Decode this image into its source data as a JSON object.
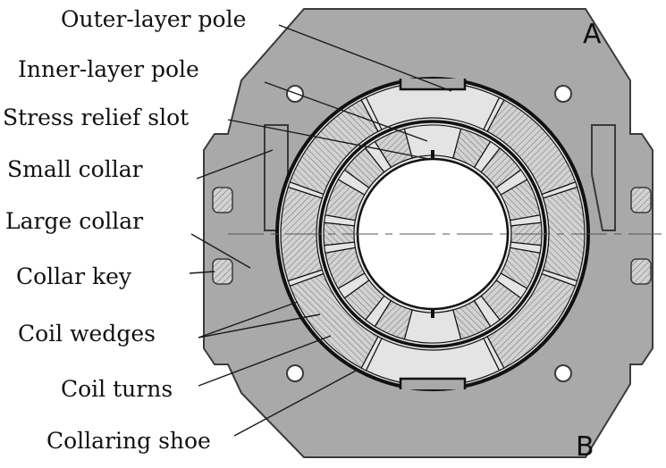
{
  "labels": {
    "outer_layer_pole": "Outer-layer pole",
    "inner_layer_pole": "Inner-layer pole",
    "stress_relief_slot": "Stress relief slot",
    "small_collar": "Small collar",
    "large_collar": "Large collar",
    "collar_key": "Collar key",
    "coil_wedges": "Coil wedges",
    "coil_turns": "Coil turns",
    "collaring_shoe": "Collaring shoe"
  },
  "corner_labels": {
    "top_right": "A",
    "bottom_right": "B"
  },
  "colors": {
    "collar": "#a9a9a9",
    "collar_edge": "#3a3a3a",
    "pole": "#e4e4e4",
    "coil": "#cfcfcf",
    "hatch": "#6a6a6a",
    "bore": "#ffffff",
    "ink": "#111111"
  }
}
